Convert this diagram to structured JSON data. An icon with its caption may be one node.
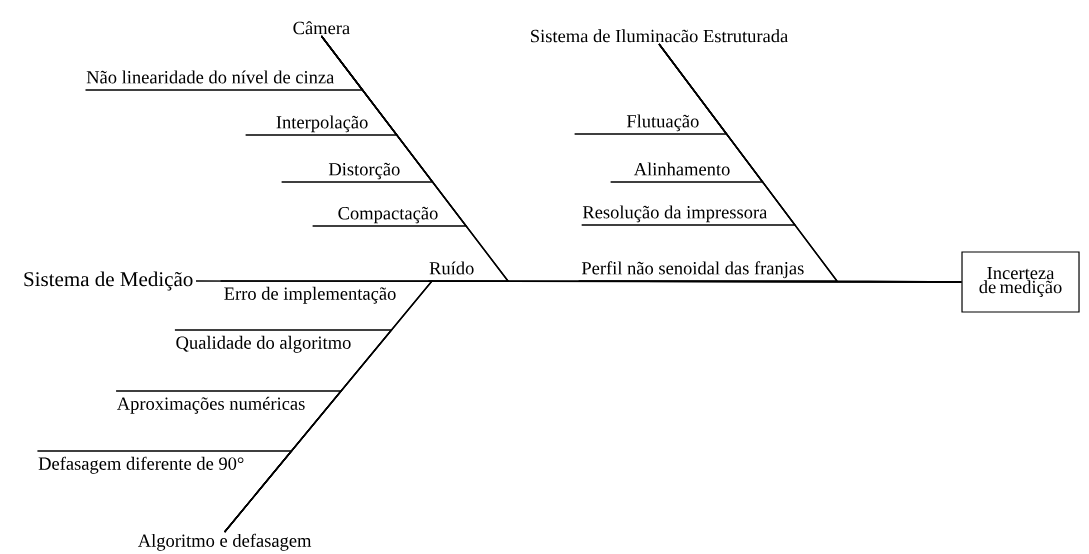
{
  "diagram": {
    "nodes": [
      {
        "text": [
          "Câmera"
        ]
      },
      {
        "text": [
          "Não linearidade do nível de cinza"
        ]
      },
      {
        "text": [
          "Interpolação"
        ]
      },
      {
        "text": [
          "Distorção"
        ]
      },
      {
        "text": [
          "Compactação"
        ]
      },
      {
        "text": [
          "Ruído"
        ]
      },
      {
        "text": [
          "Sistema de Iluminacão Estruturada"
        ]
      },
      {
        "text": [
          "Flutuação"
        ]
      },
      {
        "text": [
          "Alinhamento"
        ]
      },
      {
        "text": [
          "Resolução da impressora"
        ]
      },
      {
        "text": [
          "Perfil não senoidal das franjas"
        ]
      },
      {
        "text": [
          "Sistema de Medição"
        ]
      },
      {
        "text": [
          "Incerteza de medição"
        ]
      },
      {
        "text": [
          "Erro de implementação"
        ]
      },
      {
        "text": [
          "Qualidade do algoritmo"
        ]
      },
      {
        "text": [
          "Aproximações numéricas"
        ]
      },
      {
        "text": [
          "Defasagem diferente de 90°"
        ]
      },
      {
        "text": [
          "Algoritmo e defasagem"
        ]
      }
    ],
    "edges": [
      {
        "from": 11,
        "to": 12,
        "arrow": "none"
      },
      {
        "from": 0,
        "to": 12,
        "arrow": "none"
      },
      {
        "from": 6,
        "to": 12,
        "arrow": "none"
      },
      {
        "from": 17,
        "to": 12,
        "arrow": "none"
      },
      {
        "from": 1,
        "to": 0,
        "arrow": "none"
      },
      {
        "from": 2,
        "to": 0,
        "arrow": "none"
      },
      {
        "from": 3,
        "to": 0,
        "arrow": "none"
      },
      {
        "from": 4,
        "to": 0,
        "arrow": "none"
      },
      {
        "from": 5,
        "to": 0,
        "arrow": "none"
      },
      {
        "from": 7,
        "to": 6,
        "arrow": "none"
      },
      {
        "from": 8,
        "to": 6,
        "arrow": "none"
      },
      {
        "from": 9,
        "to": 6,
        "arrow": "none"
      },
      {
        "from": 10,
        "to": 6,
        "arrow": "none"
      },
      {
        "from": 13,
        "to": 17,
        "arrow": "none"
      },
      {
        "from": 14,
        "to": 17,
        "arrow": "none"
      },
      {
        "from": 15,
        "to": 17,
        "arrow": "none"
      },
      {
        "from": 16,
        "to": 17,
        "arrow": "none"
      }
    ]
  }
}
